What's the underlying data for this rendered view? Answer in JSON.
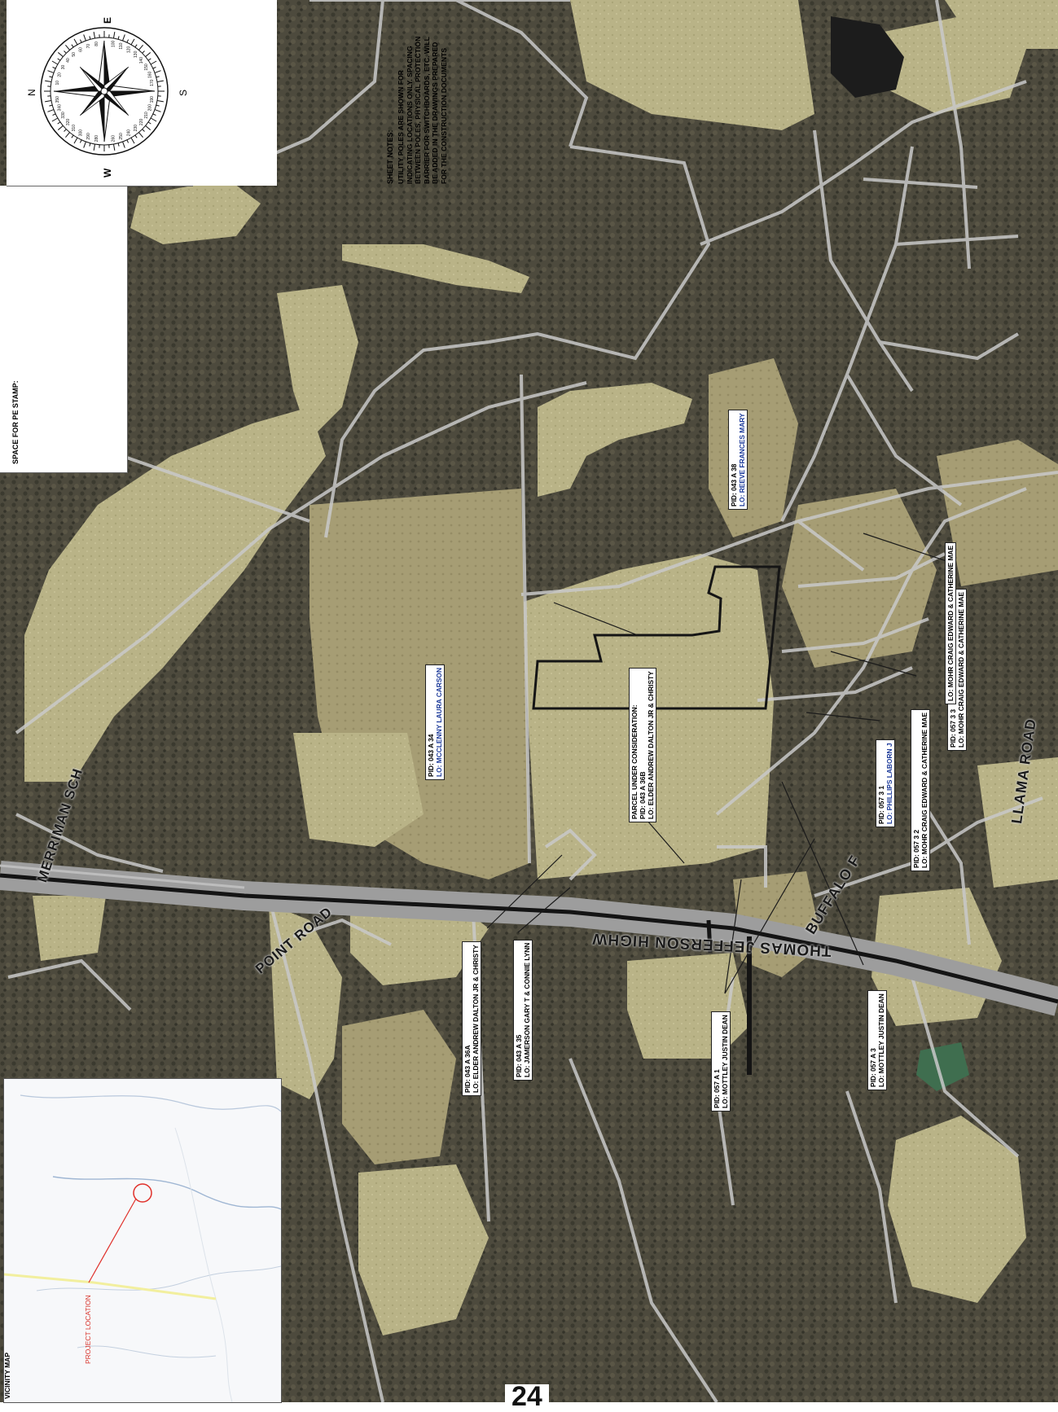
{
  "sheet": {
    "stamp_label": "SPACE FOR PE STAMP:",
    "notes_title": "SHEET NOTES:",
    "notes_lines": [
      "UTILITY POLES ARE SHOWN FOR",
      "INDICATING LOCATIONS ONLY. SPACING",
      "BETWEEN POLES, PHYSICAL PROTECTION",
      "BARRIER FOR SWITCHBOARDS, ETC. WILL",
      "BE ADDED IN THE DRAWINGS PREPARED",
      "FOR THE CONSTRUCTION DOCUMENTS"
    ],
    "page_number": "24"
  },
  "compass": {
    "n": "N",
    "e": "E",
    "s": "S",
    "w": "W",
    "degree_labels": [
      "10",
      "20",
      "30",
      "40",
      "50",
      "60",
      "70",
      "80",
      "100",
      "110",
      "120",
      "130",
      "140",
      "150",
      "160",
      "170",
      "190",
      "200",
      "210",
      "220",
      "230",
      "240",
      "250",
      "260",
      "280",
      "290",
      "300",
      "310",
      "320",
      "330",
      "340",
      "350"
    ]
  },
  "vicinity": {
    "title": "VICINITY MAP",
    "project_label": "PROJECT LOCATION"
  },
  "roads": {
    "thomas_jefferson": "THOMAS JEFFERSON HIGHW",
    "merriman": "MERRIMAN SCH",
    "point": "POINT ROAD",
    "buffalo": "BUFFALO F",
    "llama": "LLAMA ROAD"
  },
  "parcels": {
    "subject": {
      "heading": "PARCEL UNDER CONSIDERATION:",
      "pid": "PID: 043 A 36B",
      "lo": "LO: ELDER ANDREW DALTON JR & CHRISTY"
    },
    "p34": {
      "pid": "PID: 043 A 34",
      "lo": "LO: MCCLENNY LAURA CARSON"
    },
    "p38": {
      "pid": "PID: 043 A 38",
      "lo": "LO: REEVE FRANCES MARY"
    },
    "p36a": {
      "pid": "PID: 043 A 36A",
      "lo": "LO: ELDER ANDREW DALTON JR & CHRISTY"
    },
    "p35": {
      "pid": "PID: 043 A 35",
      "lo": "LO: JAMERSON GARY T & CONNIE LYNN"
    },
    "p571": {
      "pid": "PID: 057 A 1",
      "lo": "LO: MOTTLEY JUSTIN DEAN"
    },
    "p573": {
      "pid": "PID: 057 A 3",
      "lo": "LO: MOTTLEY JUSTIN DEAN"
    },
    "p5731": {
      "pid": "PID: 057 3 1",
      "lo": "LO: PHILLIPS LABORN J"
    },
    "p5732": {
      "pid": "PID: 057 3 2",
      "lo": "LO: MOHR CRAIG EDWARD & CATHERINE MAE"
    },
    "p5733": {
      "pid": "PID: 057 3 3",
      "lo": "LO: MOHR CRAIG EDWARD & CATHERINE MAE"
    },
    "p5733b": {
      "lo": "LO: MOHR CRAIG EDWARD & CATHERINE MAE"
    }
  }
}
